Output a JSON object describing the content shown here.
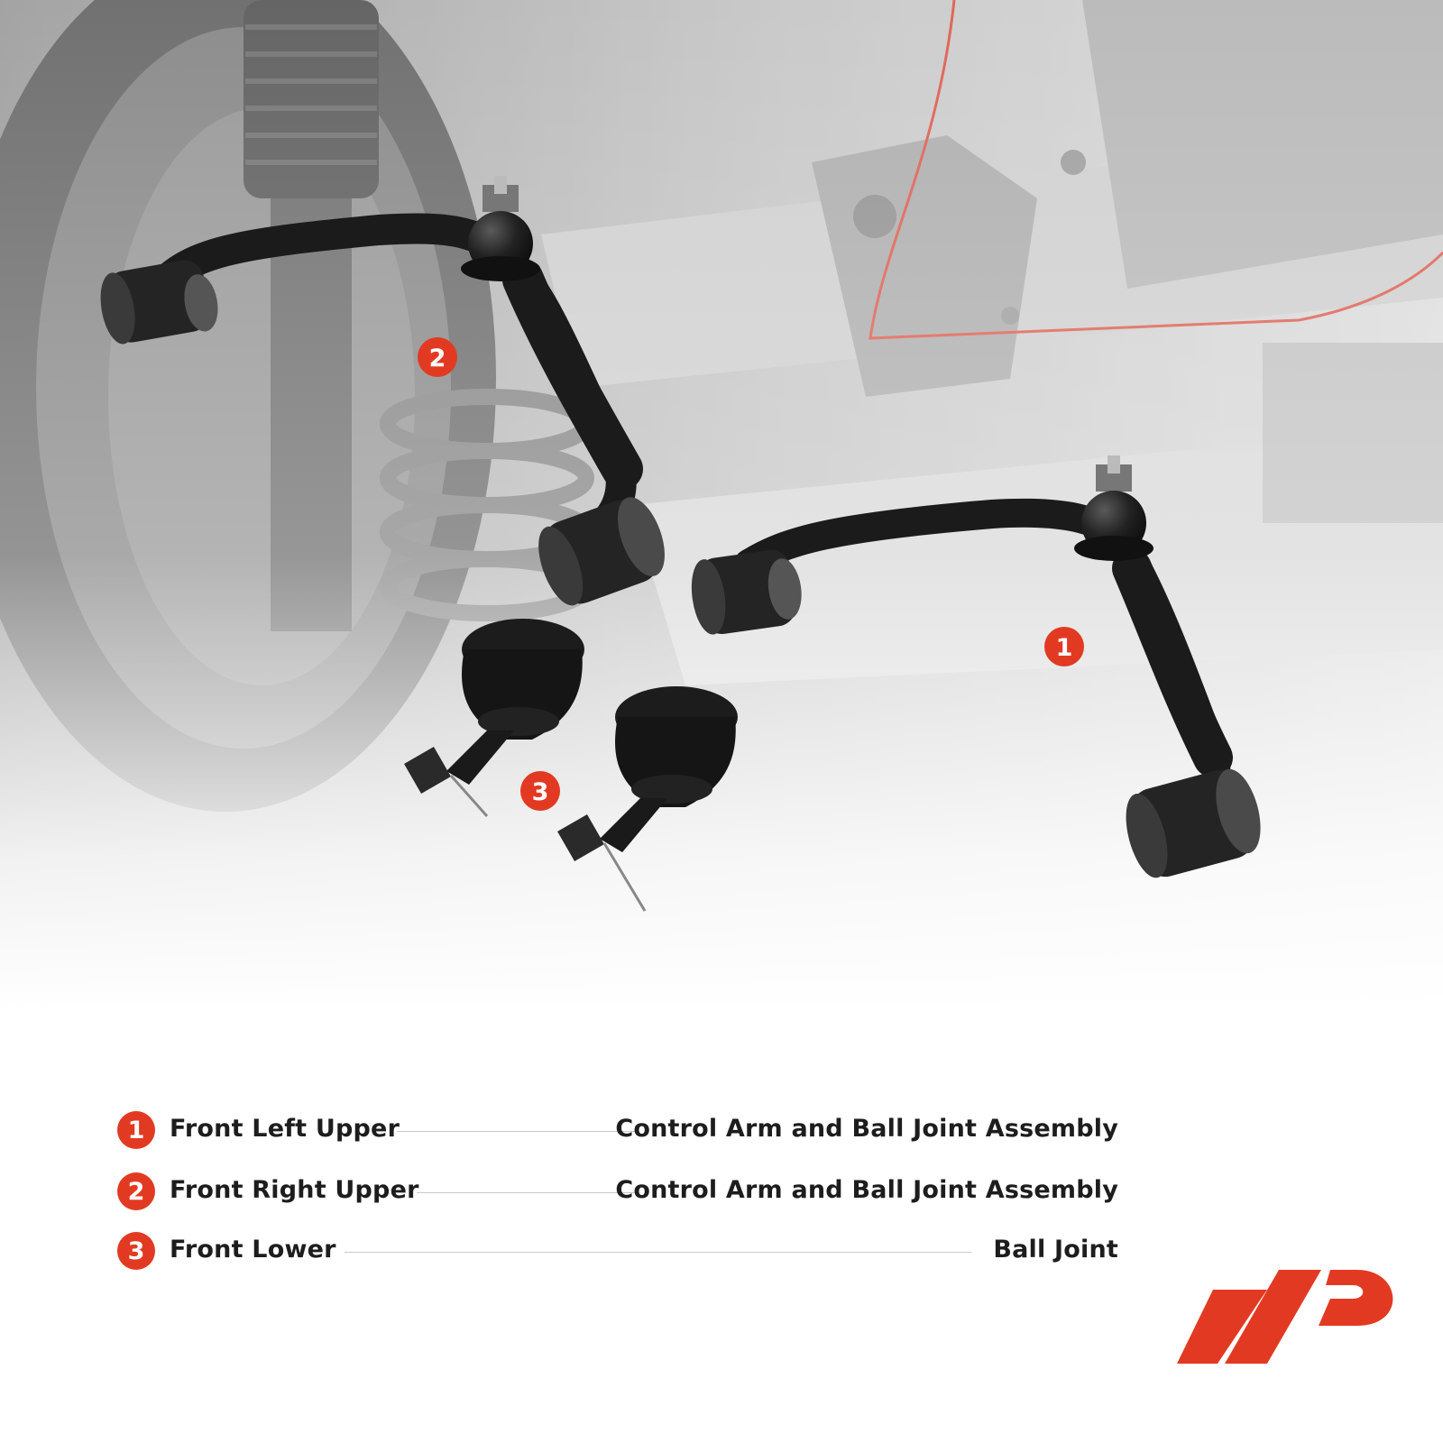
{
  "callouts": [
    {
      "number": "1"
    },
    {
      "number": "2"
    },
    {
      "number": "3"
    }
  ],
  "legend": [
    {
      "number": "1",
      "position": "Front Left Upper",
      "part": "Control Arm and Ball Joint Assembly"
    },
    {
      "number": "2",
      "position": "Front Right Upper",
      "part": "Control Arm and Ball Joint Assembly"
    },
    {
      "number": "3",
      "position": "Front Lower",
      "part": "Ball Joint"
    }
  ],
  "colors": {
    "accent": "#e23a22",
    "text": "#1d1d1d",
    "part_black": "#1b1b1b"
  },
  "logo": {
    "name": "ap-logo"
  }
}
